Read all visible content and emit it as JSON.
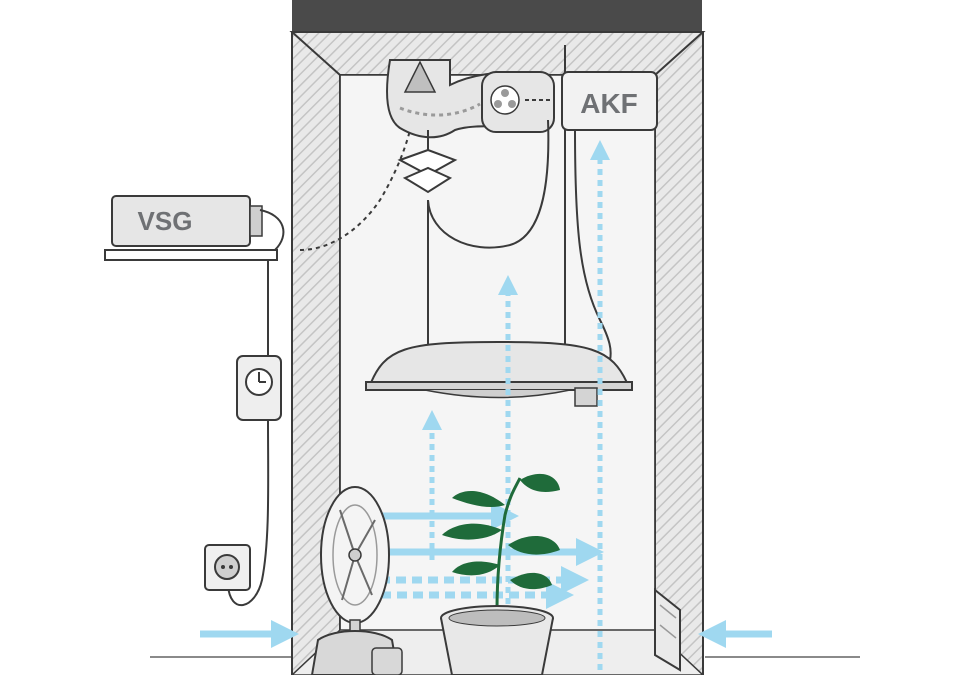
{
  "labels": {
    "vsg": "VSG",
    "akf": "AKF"
  },
  "colors": {
    "airflow": "#9fd8f0",
    "outline": "#3a3a3a",
    "tent_frame": "#4a4a4a",
    "tent_wall": "#d8d8d8",
    "tent_inner": "#f3f3f3",
    "device_body": "#e6e6e6",
    "label_text": "#6f7174",
    "leaf": "#1f6b3a",
    "floor": "#8a8a8a"
  },
  "icons": [
    "grow-tent",
    "exhaust-duct-icon",
    "inline-fan-icon",
    "carbon-filter-unit",
    "controller-box",
    "timer-icon",
    "wall-socket-icon",
    "grow-lamp-reflector",
    "oscillating-fan-icon",
    "plant-icon",
    "airflow-arrow-icon",
    "intake-flap-icon"
  ]
}
